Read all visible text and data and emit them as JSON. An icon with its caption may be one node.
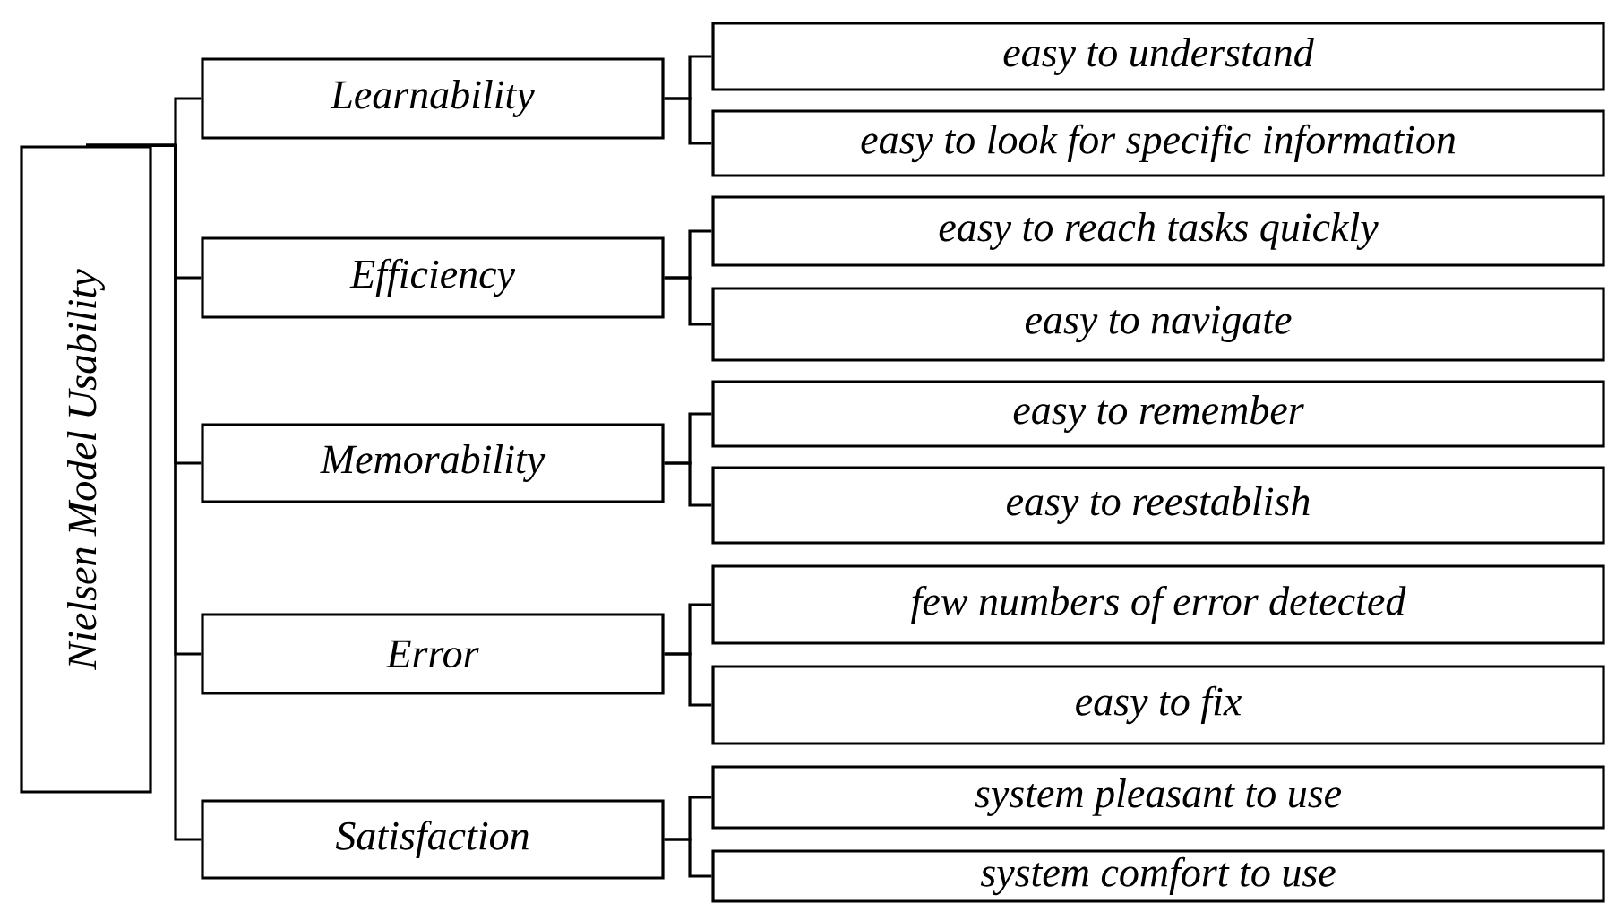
{
  "diagram": {
    "nodes": [
      {
        "text": [
          "Nielsen Model Usability"
        ]
      },
      {
        "text": [
          "Learnability"
        ]
      },
      {
        "text": [
          "easy to understand"
        ]
      },
      {
        "text": [
          "easy to look for specific information"
        ]
      },
      {
        "text": [
          "Efficiency"
        ]
      },
      {
        "text": [
          "easy to reach tasks quickly"
        ]
      },
      {
        "text": [
          "easy to navigate"
        ]
      },
      {
        "text": [
          "Memorability"
        ]
      },
      {
        "text": [
          "easy to remember"
        ]
      },
      {
        "text": [
          "easy to reestablish"
        ]
      },
      {
        "text": [
          "Error"
        ]
      },
      {
        "text": [
          "few numbers of error detected"
        ]
      },
      {
        "text": [
          "easy to fix"
        ]
      },
      {
        "text": [
          "Satisfaction"
        ]
      },
      {
        "text": [
          "system pleasant to use"
        ]
      },
      {
        "text": [
          "system comfort to use"
        ]
      }
    ],
    "edges": [
      {
        "from": 0,
        "to": 1,
        "arrow": "none"
      },
      {
        "from": 0,
        "to": 4,
        "arrow": "none"
      },
      {
        "from": 0,
        "to": 7,
        "arrow": "none"
      },
      {
        "from": 0,
        "to": 10,
        "arrow": "none"
      },
      {
        "from": 0,
        "to": 13,
        "arrow": "none"
      },
      {
        "from": 1,
        "to": 2,
        "arrow": "none"
      },
      {
        "from": 1,
        "to": 3,
        "arrow": "none"
      },
      {
        "from": 4,
        "to": 5,
        "arrow": "none"
      },
      {
        "from": 4,
        "to": 6,
        "arrow": "none"
      },
      {
        "from": 7,
        "to": 8,
        "arrow": "none"
      },
      {
        "from": 7,
        "to": 9,
        "arrow": "none"
      },
      {
        "from": 10,
        "to": 11,
        "arrow": "none"
      },
      {
        "from": 10,
        "to": 12,
        "arrow": "none"
      },
      {
        "from": 13,
        "to": 14,
        "arrow": "none"
      },
      {
        "from": 13,
        "to": 15,
        "arrow": "none"
      }
    ]
  }
}
